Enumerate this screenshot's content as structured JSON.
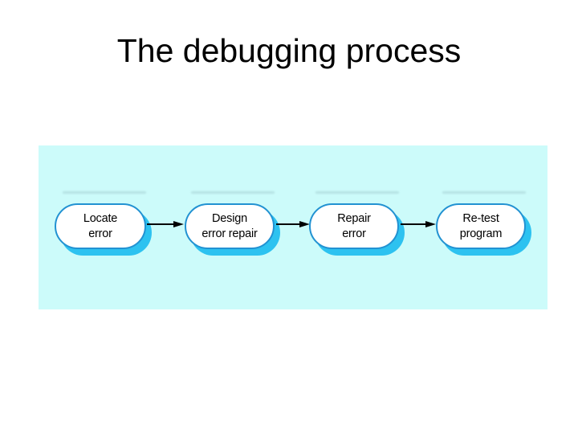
{
  "slide": {
    "title": "The debugging process"
  },
  "diagram": {
    "colors": {
      "panel_bg": "#CCFBFA",
      "node_fill": "#FFFFFF",
      "node_border": "#2292D2",
      "node_shadow": "#2DC2F0",
      "arrow": "#000000",
      "title_text": "#000000",
      "node_text": "#000000"
    },
    "nodes": [
      {
        "label_line1": "Locate",
        "label_line2": "error"
      },
      {
        "label_line1": "Design",
        "label_line2": "error repair"
      },
      {
        "label_line1": "Repair",
        "label_line2": "error"
      },
      {
        "label_line1": "Re-test",
        "label_line2": "program"
      }
    ]
  }
}
